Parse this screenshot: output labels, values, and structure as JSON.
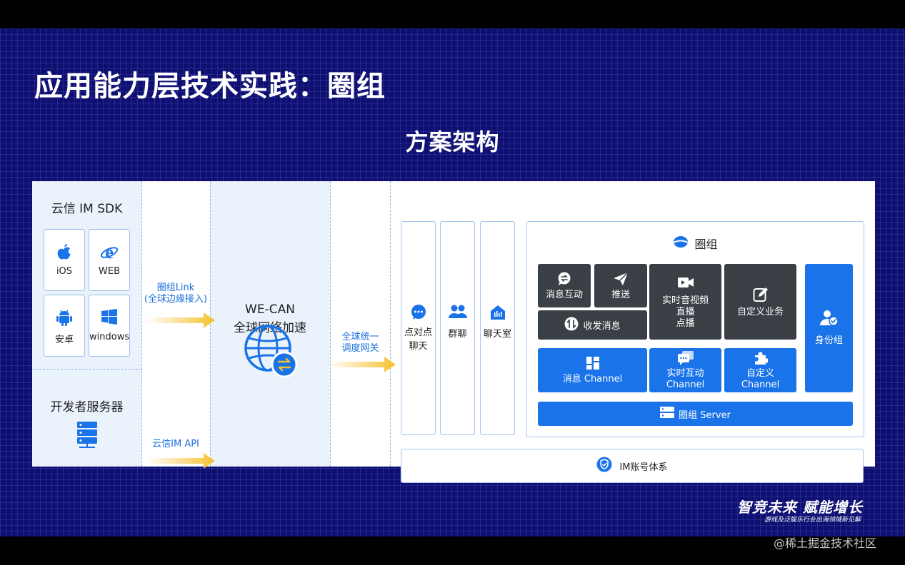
{
  "slide": {
    "title": "应用能力层技术实践：圈组",
    "section_title": "方案架构"
  },
  "sdk": {
    "title": "云信 IM SDK",
    "platforms": [
      {
        "label": "iOS",
        "icon": "apple-icon"
      },
      {
        "label": "WEB",
        "icon": "ie-icon"
      },
      {
        "label": "安卓",
        "icon": "android-icon"
      },
      {
        "label": "windows",
        "icon": "windows-icon"
      }
    ]
  },
  "dev_server": {
    "title": "开发者服务器",
    "icon": "server-icon"
  },
  "links": {
    "circle_link_line1": "圈组Link",
    "circle_link_line2": "(全球边缘接入)",
    "im_api": "云信IM API",
    "gateway_line1": "全球统一",
    "gateway_line2": "调度网关"
  },
  "wecan": {
    "line1": "WE-CAN",
    "line2": "全球网络加速",
    "icon": "globe-icon"
  },
  "chat_types": [
    {
      "line1": "点对点",
      "line2": "聊天",
      "icon": "chat-bubble-icon"
    },
    {
      "line1": "群聊",
      "line2": "",
      "icon": "group-icon"
    },
    {
      "line1": "聊天室",
      "line2": "",
      "icon": "chatroom-icon"
    }
  ],
  "circle": {
    "title": "圈组",
    "features": {
      "msg_interact": "消息互动",
      "push": "推送",
      "rtc_line1": "实时音视频",
      "rtc_line2": "直播",
      "rtc_line3": "点播",
      "custom_biz": "自定义业务",
      "recv_msg": "收发消息",
      "identity_group": "身份组"
    },
    "channels": {
      "msg_channel": "消息 Channel",
      "rt_line1": "实时互动",
      "rt_line2": "Channel",
      "custom_line1": "自定义",
      "custom_line2": "Channel"
    },
    "server": "圈组 Server"
  },
  "im_account": "IM账号体系",
  "brand": {
    "slogan": "智竞未来 赋能增长",
    "subtitle": "游戏及泛娱乐行业出海领域新见解"
  },
  "watermark": "@稀土掘金技术社区",
  "colors": {
    "background": "#0e0f6e",
    "accent_blue": "#1a73e8",
    "dark_tile": "#3a3e45",
    "arrow_yellow": "#f5c12e",
    "link_text": "#1a6fde"
  }
}
